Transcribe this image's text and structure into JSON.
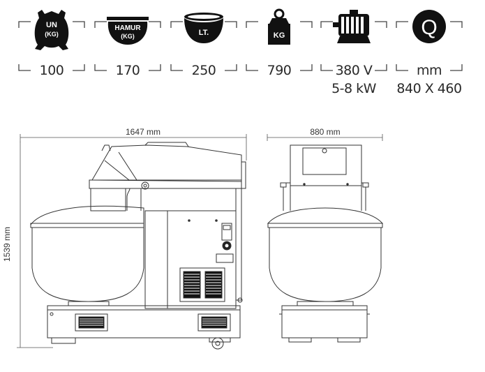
{
  "specs": [
    {
      "icon": "flour-sack-icon",
      "icon_text": [
        "UN",
        "(KG)"
      ],
      "value": "100"
    },
    {
      "icon": "dough-rolling-pin-icon",
      "icon_text": [
        "HAMUR",
        "(KG)"
      ],
      "value": "170"
    },
    {
      "icon": "bowl-volume-icon",
      "icon_text": [
        "LT."
      ],
      "value": "250"
    },
    {
      "icon": "weight-icon",
      "icon_text": [
        "KG"
      ],
      "value": "790"
    },
    {
      "icon": "electric-motor-icon",
      "icon_text": [],
      "value": "380 V",
      "value2": "5-8 kW"
    },
    {
      "icon": "diameter-circle-icon",
      "icon_text": [
        "Q"
      ],
      "value": "mm",
      "value2": "840 X 460"
    }
  ],
  "dimensions": {
    "side_width": "1647 mm",
    "front_width": "880 mm",
    "height": "1539 mm"
  }
}
